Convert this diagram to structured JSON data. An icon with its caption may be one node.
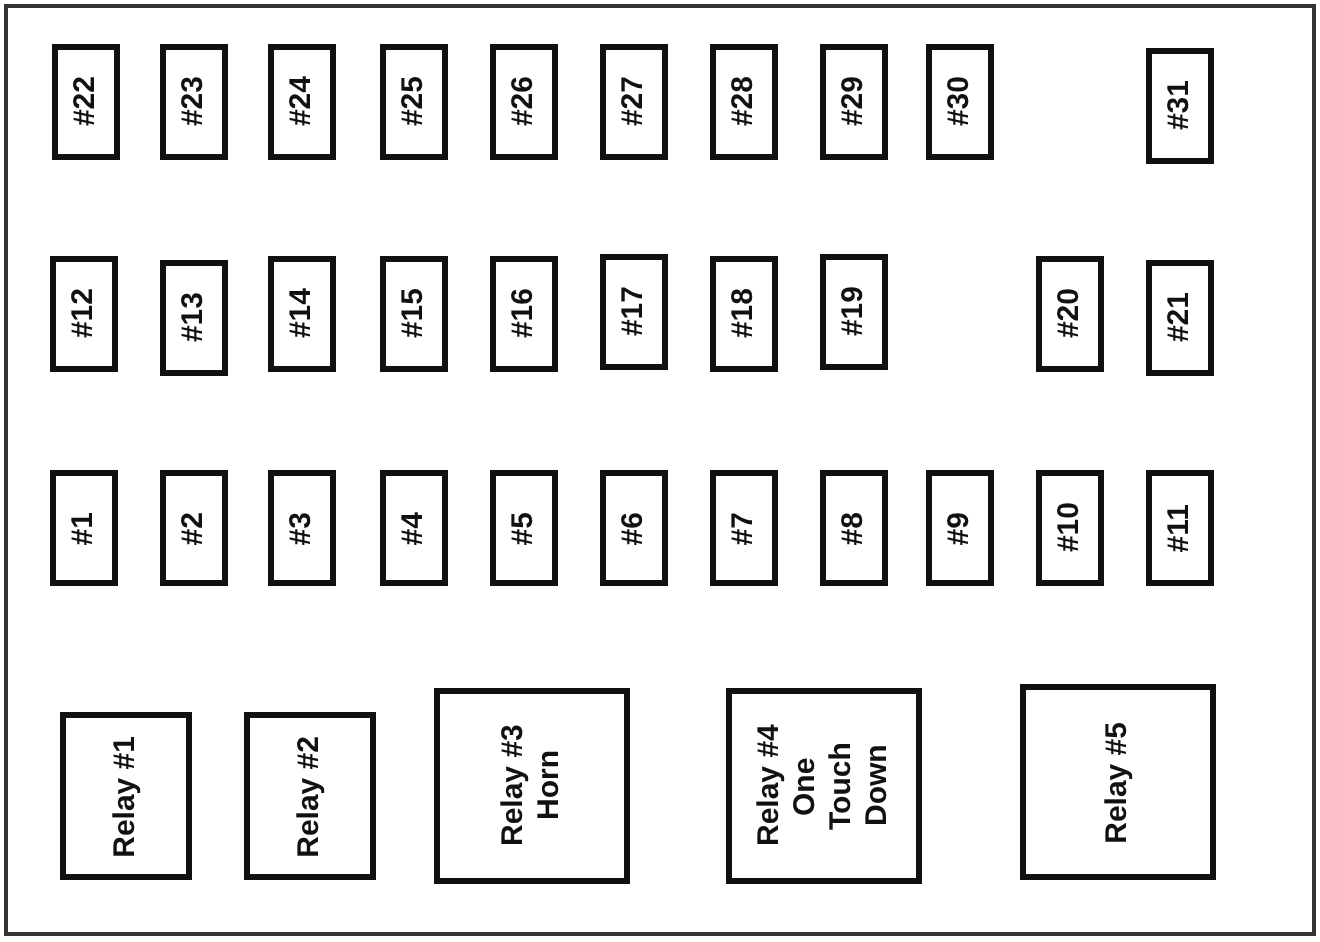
{
  "diagram": {
    "nodes": [
      {
        "text": [],
        "shape": "box"
      },
      {
        "text": [
          "#22"
        ],
        "in": 0
      },
      {
        "text": [
          "#23"
        ],
        "in": 0
      },
      {
        "text": [
          "#24"
        ],
        "in": 0
      },
      {
        "text": [
          "#25"
        ],
        "in": 0
      },
      {
        "text": [
          "#26"
        ],
        "in": 0
      },
      {
        "text": [
          "#27"
        ],
        "in": 0
      },
      {
        "text": [
          "#28"
        ],
        "in": 0
      },
      {
        "text": [
          "#29"
        ],
        "in": 0
      },
      {
        "text": [
          "#30"
        ],
        "in": 0
      },
      {
        "text": [
          "#31"
        ],
        "in": 0
      },
      {
        "text": [
          "#12"
        ],
        "in": 0
      },
      {
        "text": [
          "#13"
        ],
        "in": 0
      },
      {
        "text": [
          "#14"
        ],
        "in": 0
      },
      {
        "text": [
          "#15"
        ],
        "in": 0
      },
      {
        "text": [
          "#16"
        ],
        "in": 0
      },
      {
        "text": [
          "#17"
        ],
        "in": 0
      },
      {
        "text": [
          "#18"
        ],
        "in": 0
      },
      {
        "text": [
          "#19"
        ],
        "in": 0
      },
      {
        "text": [
          "#20"
        ],
        "in": 0
      },
      {
        "text": [
          "#21"
        ],
        "in": 0
      },
      {
        "text": [
          "#1"
        ],
        "in": 0
      },
      {
        "text": [
          "#2"
        ],
        "in": 0
      },
      {
        "text": [
          "#3"
        ],
        "in": 0
      },
      {
        "text": [
          "#4"
        ],
        "in": 0
      },
      {
        "text": [
          "#5"
        ],
        "in": 0
      },
      {
        "text": [
          "#6"
        ],
        "in": 0
      },
      {
        "text": [
          "#7"
        ],
        "in": 0
      },
      {
        "text": [
          "#8"
        ],
        "in": 0
      },
      {
        "text": [
          "#9"
        ],
        "in": 0
      },
      {
        "text": [
          "#10"
        ],
        "in": 0
      },
      {
        "text": [
          "#11"
        ],
        "in": 0
      },
      {
        "text": [
          "Relay #1"
        ],
        "in": 0
      },
      {
        "text": [
          "Relay #2"
        ],
        "in": 0
      },
      {
        "text": [
          "Relay #3 Horn"
        ],
        "in": 0
      },
      {
        "text": [
          "Relay #4 One Touch Down"
        ],
        "in": 0
      },
      {
        "text": [
          "Relay #5"
        ],
        "in": 0
      }
    ]
  }
}
